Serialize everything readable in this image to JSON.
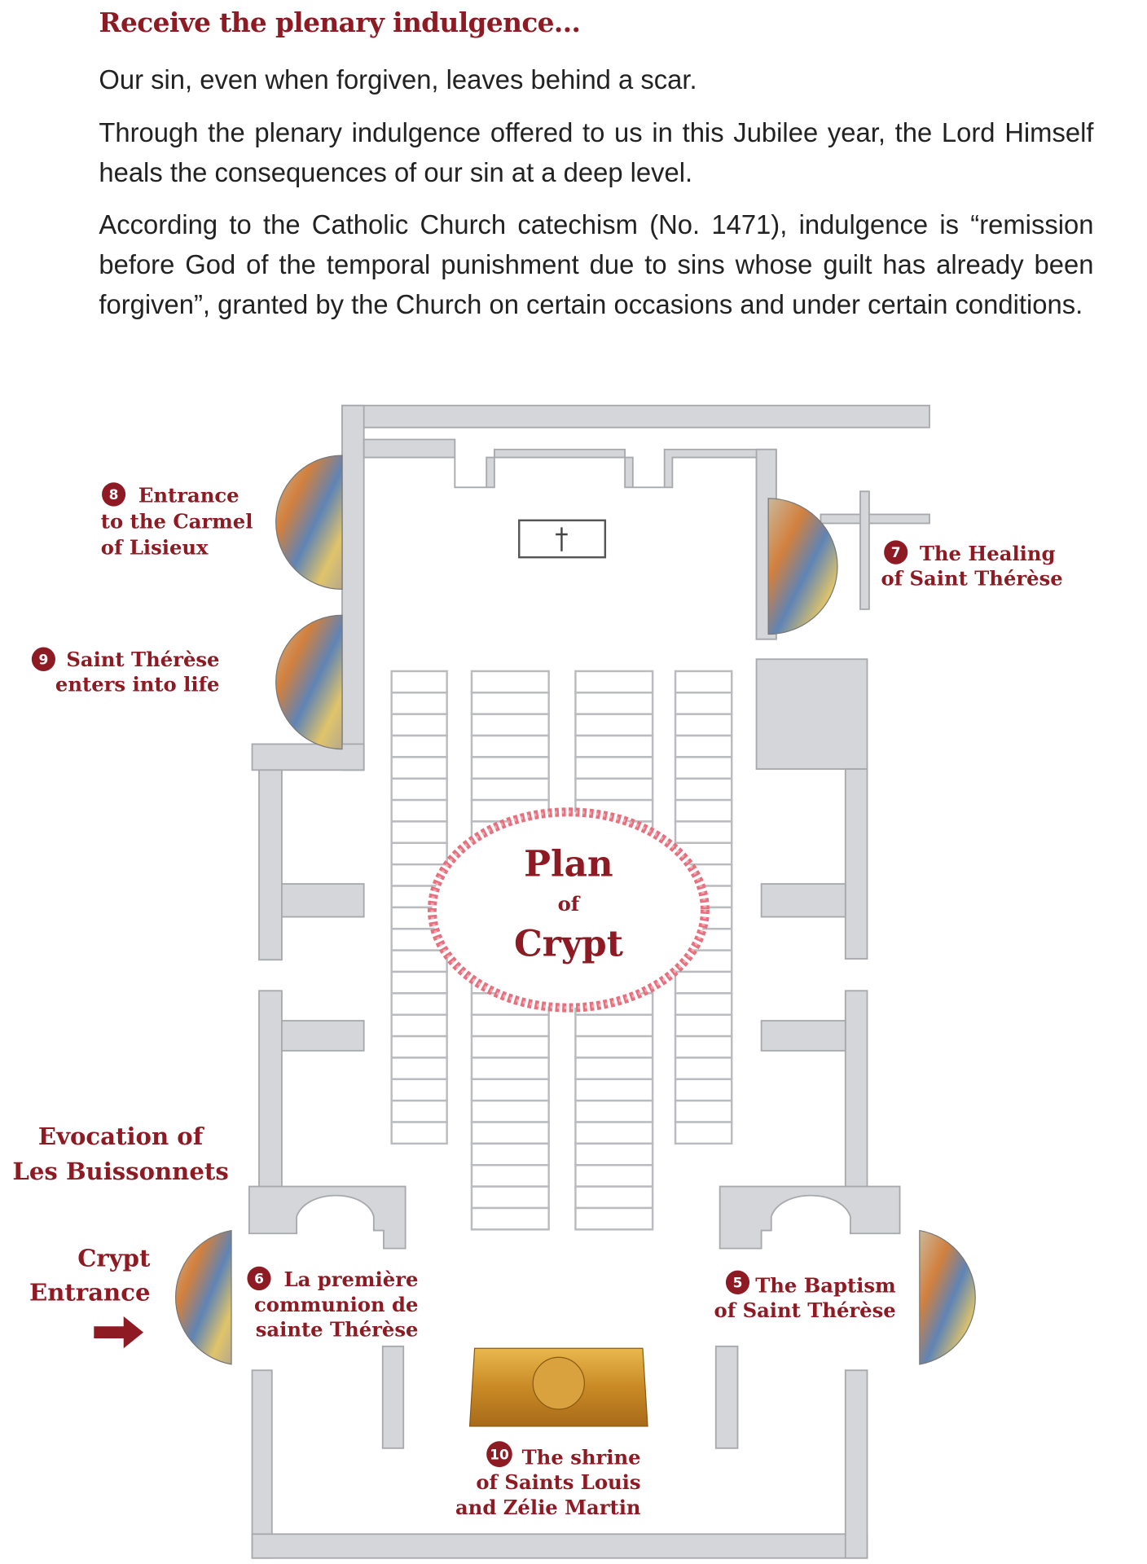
{
  "heading": "Receive the plenary indulgence...",
  "paragraphs": [
    "Our sin, even when forgiven, leaves behind a scar.",
    "Through the plenary indulgence offered to us in this Jubilee year, the Lord Himself heals the consequences of our sin at a deep level.",
    "According to the Catholic Church catechism (No. 1471), indulgence is “remission before God of the temporal punishment due to sins whose guilt has already been forgiven”, granted by the Church on certain occasions and under certain conditions."
  ],
  "plan": {
    "title_line1": "Plan",
    "title_line2": "of",
    "title_line3": "Crypt",
    "accent": "#8e1b24",
    "altar_icon": "cross-icon",
    "stations": [
      {
        "number": "5",
        "lines": [
          "The Baptism",
          "of Saint Thérèse"
        ]
      },
      {
        "number": "6",
        "lines": [
          "La première",
          "communion de",
          "sainte Thérèse"
        ]
      },
      {
        "number": "7",
        "lines": [
          "The Healing",
          "of Saint Thérèse"
        ]
      },
      {
        "number": "8",
        "lines": [
          "Entrance",
          "to the Carmel",
          "of Lisieux"
        ]
      },
      {
        "number": "9",
        "lines": [
          "Saint Thérèse",
          "enters into life"
        ]
      },
      {
        "number": "10",
        "lines": [
          "The shrine",
          "of Saints Louis",
          "and Zélie Martin"
        ]
      }
    ],
    "evocation": [
      "Evocation of",
      "Les Buissonnets"
    ],
    "entrance": [
      "Crypt",
      "Entrance"
    ]
  }
}
